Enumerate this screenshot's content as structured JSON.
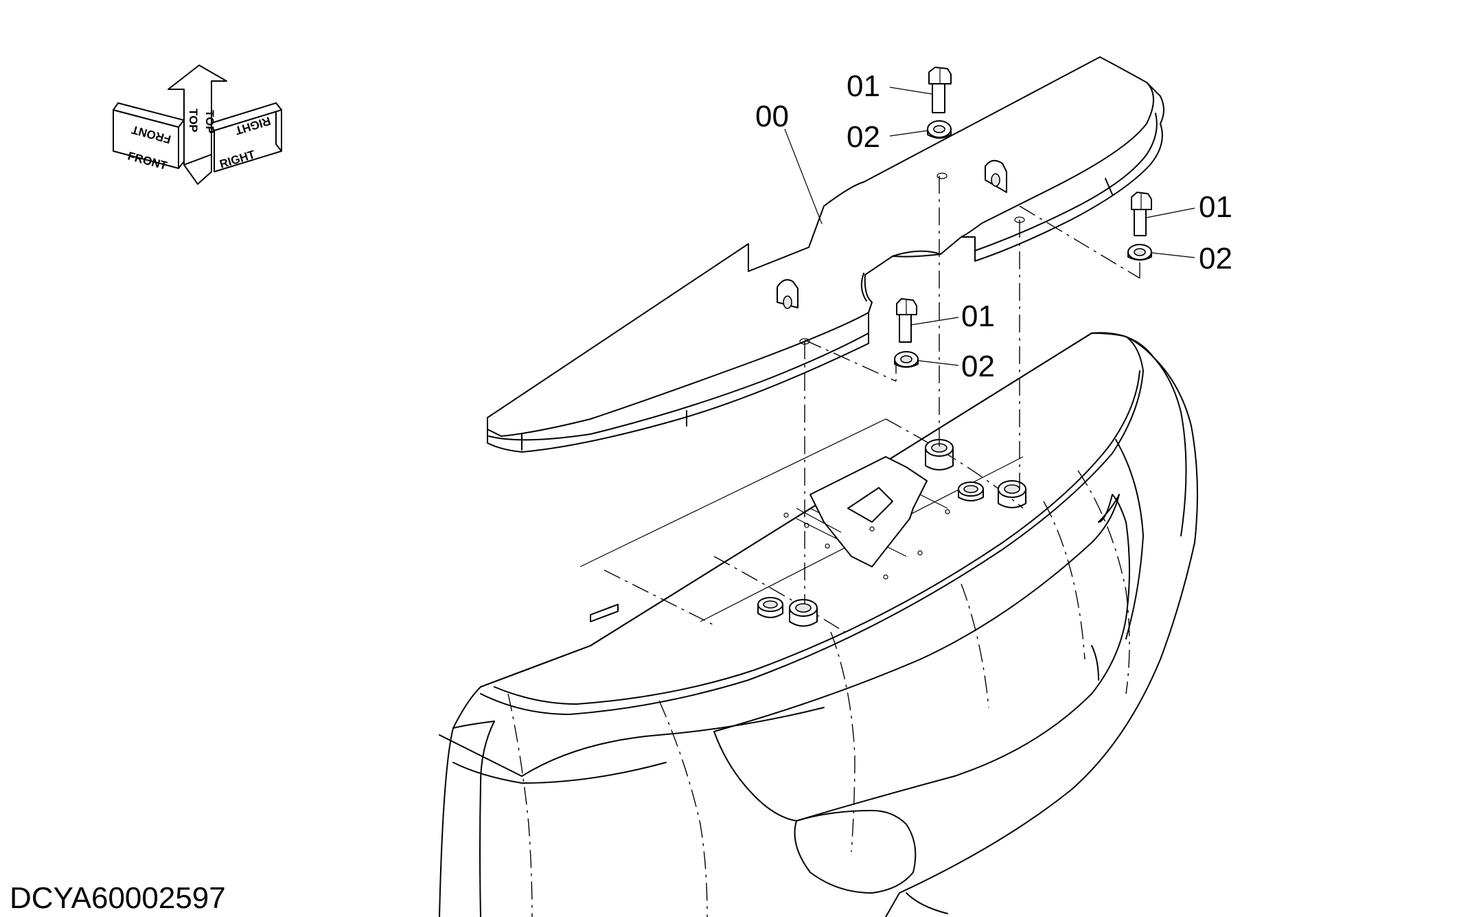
{
  "drawing_id": "DCYA60002597",
  "orientation": {
    "front": "FRONT",
    "top": "TOP",
    "right": "RIGHT"
  },
  "callouts": [
    {
      "id": "part-00",
      "text": "00"
    },
    {
      "id": "bolt-a",
      "text": "01"
    },
    {
      "id": "washer-a",
      "text": "02"
    },
    {
      "id": "bolt-b",
      "text": "01"
    },
    {
      "id": "washer-b",
      "text": "02"
    },
    {
      "id": "bolt-c",
      "text": "01"
    },
    {
      "id": "washer-c",
      "text": "02"
    }
  ]
}
